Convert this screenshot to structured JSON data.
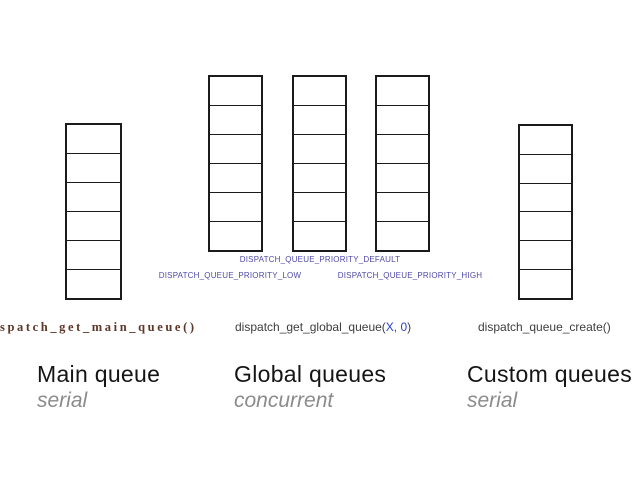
{
  "queues": {
    "main": {
      "function_label": "spatch_get_main_queue()",
      "title": "Main queue",
      "subtitle": "serial",
      "cells": 6
    },
    "global": {
      "function_call": {
        "prefix": "dispatch_get_global_queue(",
        "args": "X, 0",
        "suffix": ")"
      },
      "title": "Global queues",
      "subtitle": "concurrent",
      "priorities": {
        "default": "DISPATCH_QUEUE_PRIORITY_DEFAULT",
        "low": "DISPATCH_QUEUE_PRIORITY_LOW",
        "high": "DISPATCH_QUEUE_PRIORITY_HIGH"
      },
      "cells": 6
    },
    "custom": {
      "function_label": "dispatch_queue_create()",
      "title": "Custom queues",
      "subtitle": "serial",
      "cells": 6
    }
  },
  "colors": {
    "queue_border": "#1b1b1b",
    "heading_text": "#151515",
    "subtitle_text": "#8b8b8b",
    "main_function_text": "#5d3628",
    "function_text": "#3d3d3d",
    "function_args_text": "#2b3fcc",
    "priority_label_text": "#4f4aa8",
    "background": "#ffffff"
  }
}
